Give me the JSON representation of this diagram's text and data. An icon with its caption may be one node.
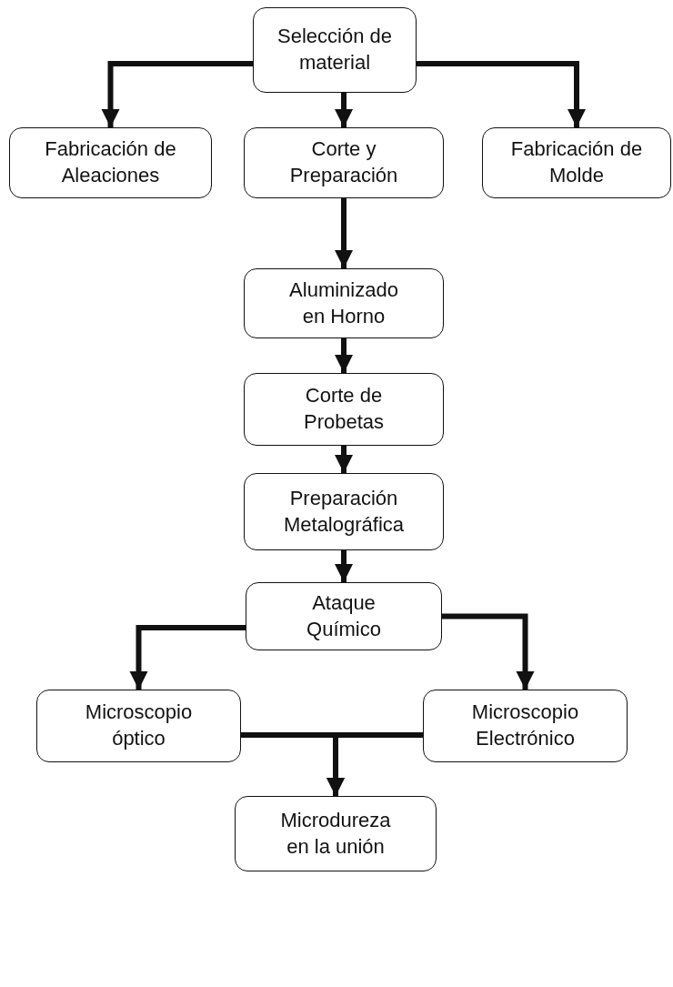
{
  "diagram": {
    "nodes": [
      {
        "text": [
          "Selección de material"
        ]
      },
      {
        "text": [
          "Fabricación de Aleaciones"
        ]
      },
      {
        "text": [
          "Corte y Preparación"
        ]
      },
      {
        "text": [
          "Fabricación de Molde"
        ]
      },
      {
        "text": [
          "Aluminizado en Horno"
        ]
      },
      {
        "text": [
          "Corte de Probetas"
        ]
      },
      {
        "text": [
          "Preparación Metalográfica"
        ]
      },
      {
        "text": [
          "Ataque Químico"
        ]
      },
      {
        "text": [
          "Microscopio óptico"
        ]
      },
      {
        "text": [
          "Microscopio Electrónico"
        ]
      },
      {
        "text": [
          "Microdureza en la unión"
        ]
      }
    ],
    "edges": [
      {
        "from": 0,
        "to": 1,
        "arrow": "to"
      },
      {
        "from": 0,
        "to": 2,
        "arrow": "to"
      },
      {
        "from": 0,
        "to": 3,
        "arrow": "to"
      },
      {
        "from": 2,
        "to": 4,
        "arrow": "to"
      },
      {
        "from": 4,
        "to": 5,
        "arrow": "to"
      },
      {
        "from": 5,
        "to": 6,
        "arrow": "to"
      },
      {
        "from": 6,
        "to": 7,
        "arrow": "to"
      },
      {
        "from": 7,
        "to": 8,
        "arrow": "to"
      },
      {
        "from": 7,
        "to": 9,
        "arrow": "to"
      },
      {
        "from": 8,
        "to": 10,
        "arrow": "to"
      },
      {
        "from": 9,
        "to": 10,
        "arrow": "to"
      }
    ]
  }
}
